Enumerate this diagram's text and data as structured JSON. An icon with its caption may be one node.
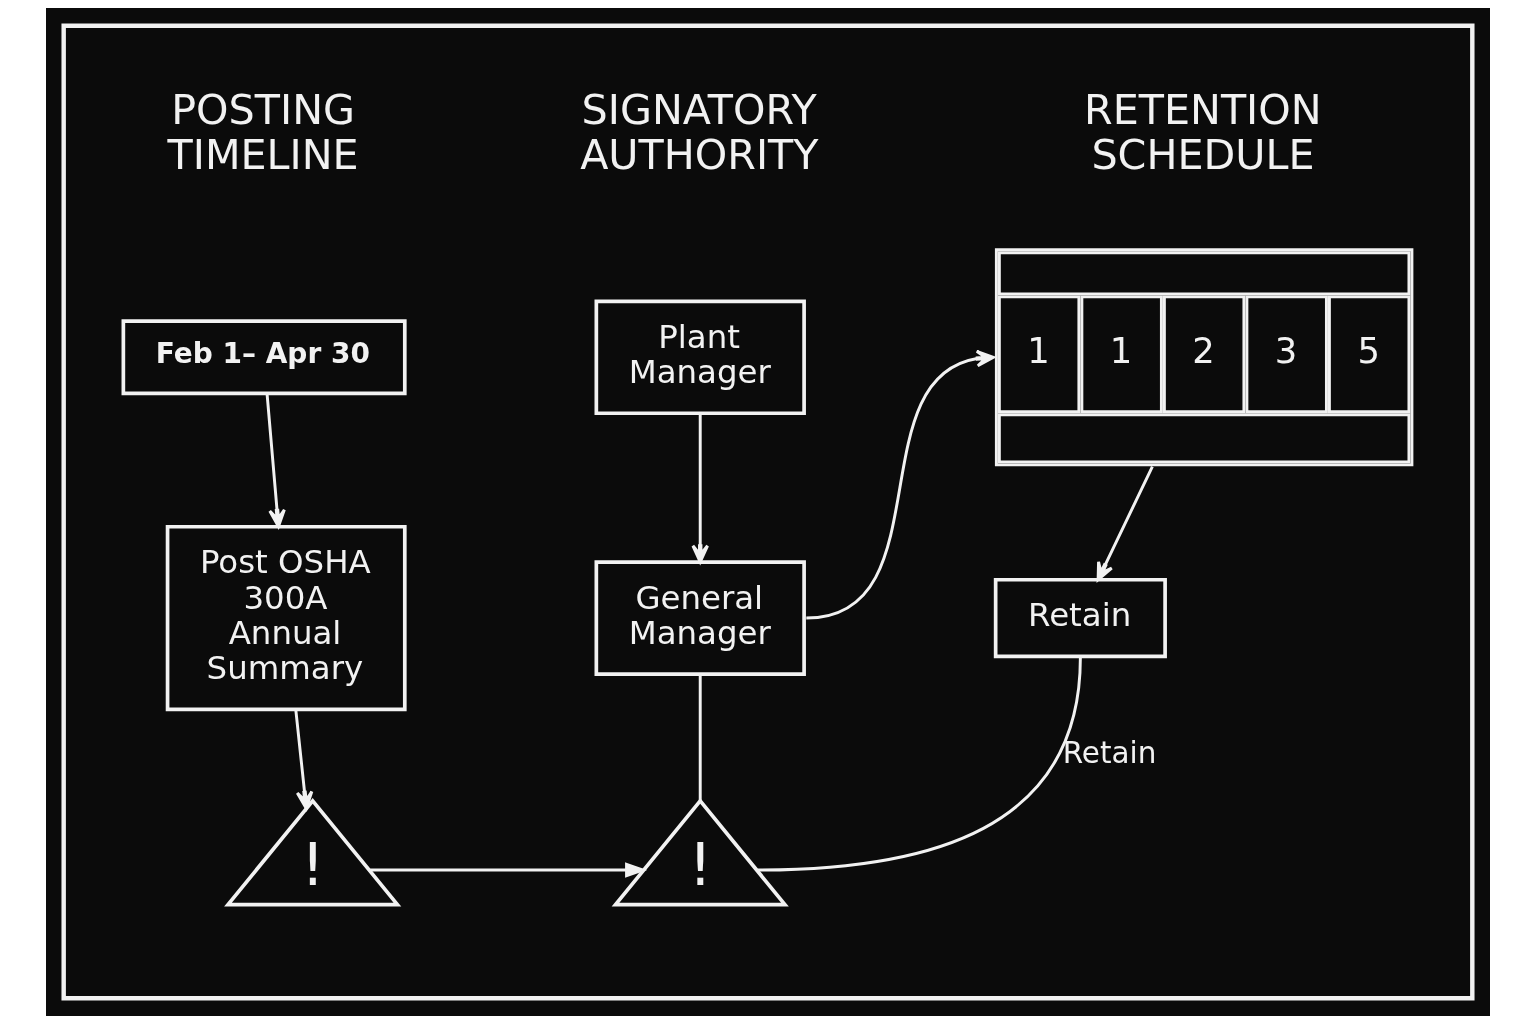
{
  "diagram": {
    "nodes": [
      {
        "text": [],
        "shape": "box"
      },
      {
        "text": [
          "Feb 1– Apr 30"
        ],
        "in": 0
      },
      {
        "text": [
          "Post OSHA 300A Annual Summary"
        ],
        "in": 0
      },
      {
        "text": [
          "!"
        ],
        "in": 0
      },
      {
        "text": [
          "Plant Manager"
        ],
        "in": 0
      },
      {
        "text": [
          "General Manager"
        ],
        "in": 0
      },
      {
        "text": [
          "!"
        ],
        "in": 0
      },
      {
        "text": [
          "1",
          "1",
          "2",
          "3",
          "5"
        ],
        "in": 0
      },
      {
        "text": [
          "Retain"
        ],
        "in": 0
      }
    ],
    "edges": [
      {
        "from": 1,
        "to": 2,
        "arrow": "to"
      },
      {
        "from": 2,
        "to": 3,
        "arrow": "to"
      },
      {
        "from": 4,
        "to": 5,
        "arrow": "to"
      },
      {
        "from": 5,
        "to": 7,
        "arrow": "to"
      },
      {
        "from": 5,
        "to": 6,
        "arrow": "none"
      },
      {
        "from": 3,
        "to": 6,
        "arrow": "to"
      },
      {
        "from": 7,
        "to": 8,
        "arrow": "to"
      },
      {
        "from": 8,
        "to": 6,
        "arrow": "none",
        "label": "Retain"
      }
    ],
    "labels": [
      "POSTING TIMELINE",
      "SIGNATORY AUTHORITY",
      "RETENTION SCHEDULE"
    ]
  }
}
